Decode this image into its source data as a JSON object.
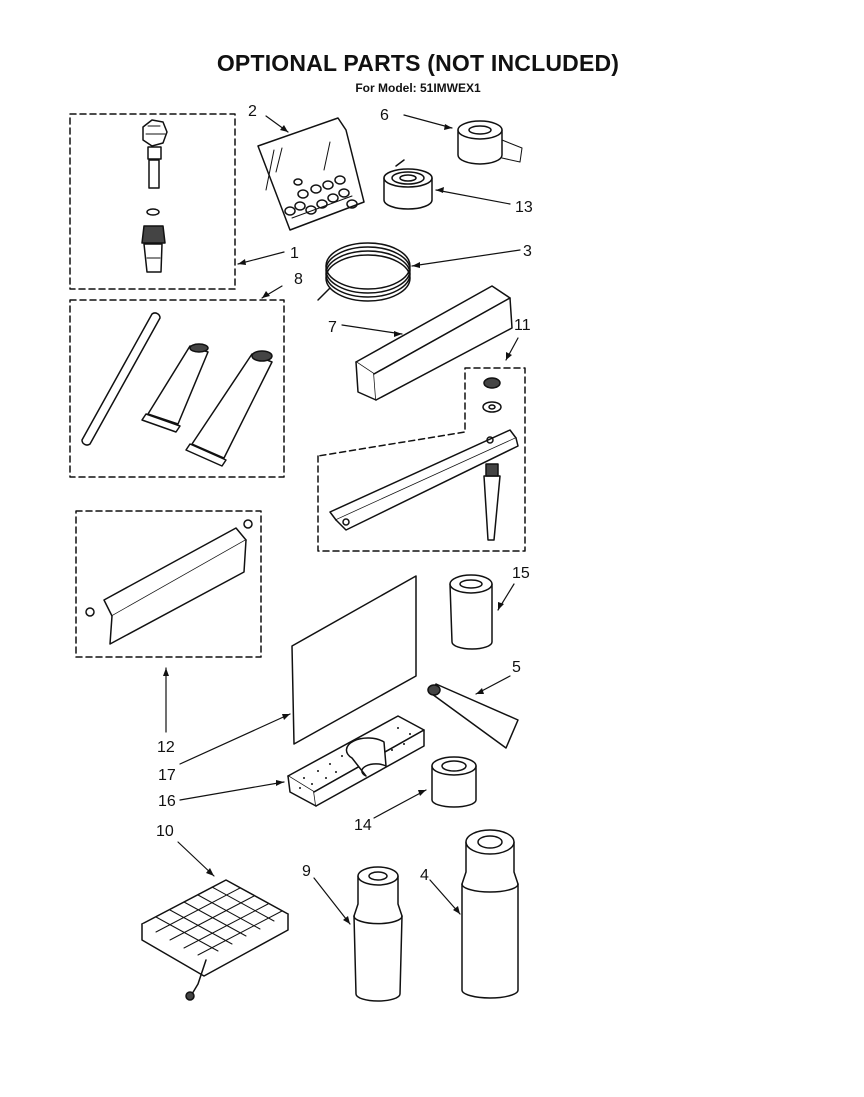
{
  "header": {
    "title": "OPTIONAL PARTS (NOT INCLUDED)",
    "subtitle": "For Model: 51IMWEX1"
  },
  "callouts": {
    "c1": "1",
    "c2": "2",
    "c3": "3",
    "c4": "4",
    "c5": "5",
    "c6": "6",
    "c7": "7",
    "c8": "8",
    "c9": "9",
    "c10": "10",
    "c11": "11",
    "c12": "12",
    "c13": "13",
    "c14": "14",
    "c15": "15",
    "c16": "16",
    "c17": "17"
  }
}
